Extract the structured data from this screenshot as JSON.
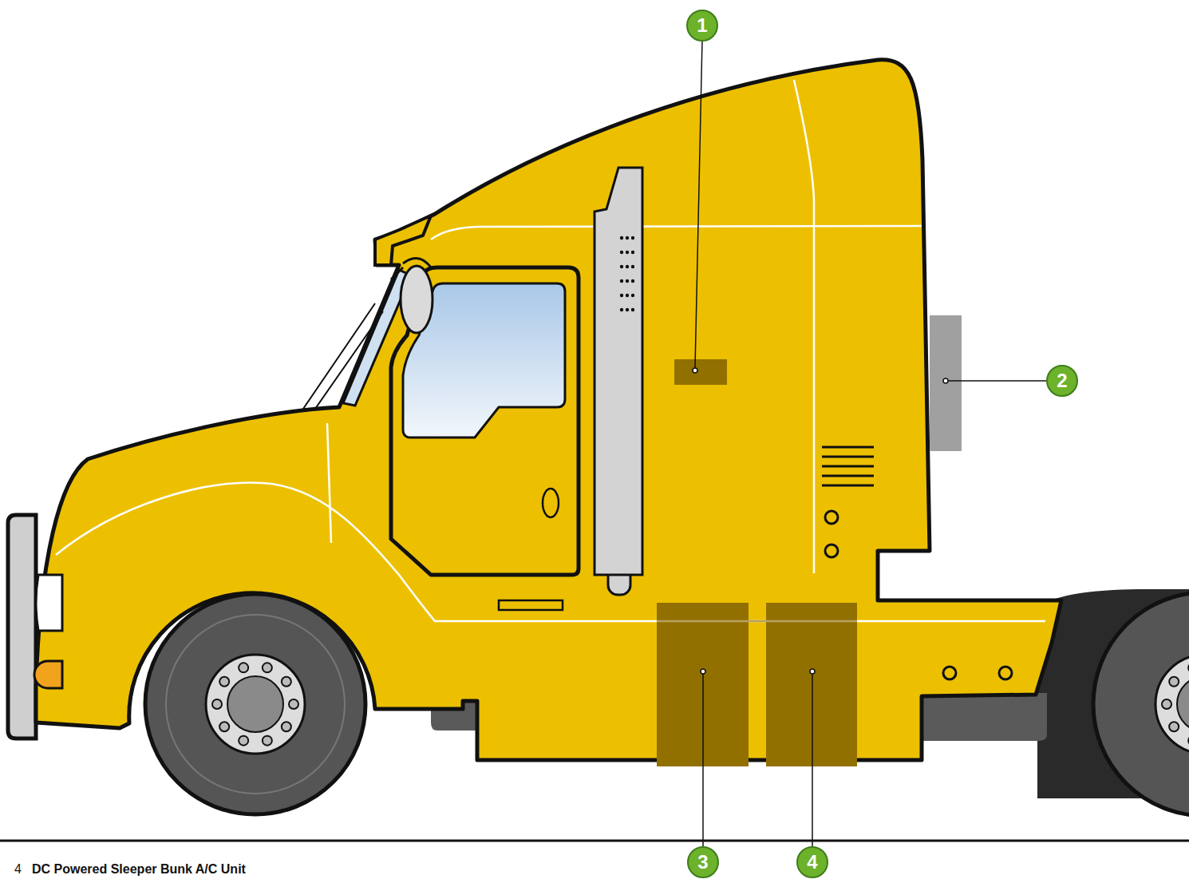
{
  "diagram": {
    "labels": [
      "1",
      "2",
      "3",
      "4",
      "4",
      "DC Powered Sleeper Bunk A/C Unit"
    ]
  }
}
